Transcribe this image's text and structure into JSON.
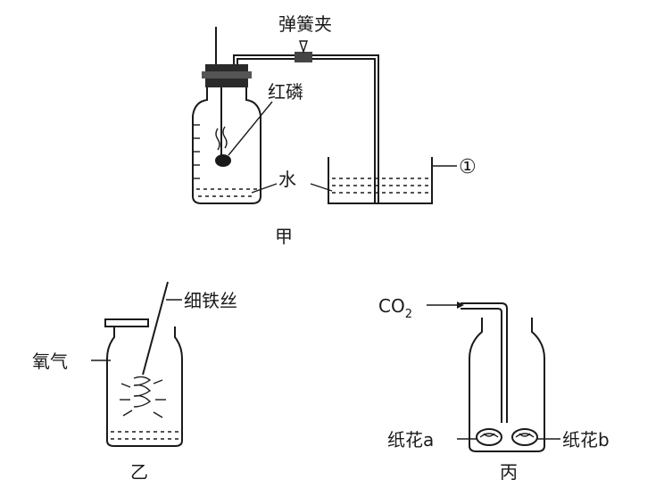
{
  "figure_jia": {
    "caption": "甲",
    "label_clamp": "弹簧夹",
    "label_phosphorus": "红磷",
    "label_water": "水",
    "label_container": "①"
  },
  "figure_yi": {
    "caption": "乙",
    "label_wire": "细铁丝",
    "label_oxygen": "氧气"
  },
  "figure_bing": {
    "caption": "丙",
    "label_co2": "CO",
    "label_co2_sub": "2",
    "label_flower_a": "纸花a",
    "label_flower_b": "纸花b"
  }
}
